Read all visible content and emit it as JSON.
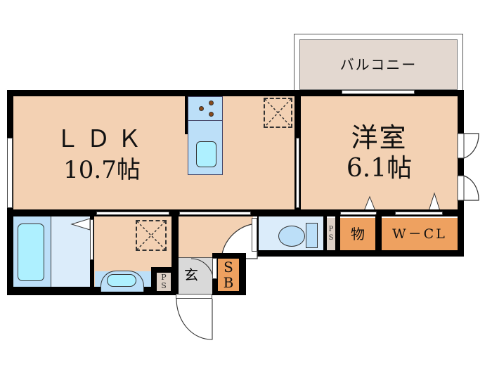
{
  "floorplan": {
    "rooms": {
      "ldk": {
        "name": "ＬＤＫ",
        "size": "10.7帖"
      },
      "western_room": {
        "name": "洋室",
        "size": "6.1帖"
      },
      "balcony": {
        "name": "バルコニー"
      },
      "storage": {
        "name": "物"
      },
      "walk_in_closet": {
        "name": "W－CL"
      },
      "entrance": {
        "name": "玄"
      },
      "shoe_box": {
        "name": "S\nB",
        "line1": "S",
        "line2": "B"
      },
      "pipe_space_1": {
        "line1": "P",
        "line2": "S"
      },
      "pipe_space_2": {
        "line1": "P",
        "line2": "S"
      }
    },
    "colors": {
      "room_floor": "#f3d1b3",
      "storage": "#eea160",
      "wet_area": "#dbecfa",
      "fixture": "#bcdff8",
      "balcony": "#e3d8d0",
      "entrance": "#d9d9d9",
      "wall": "#000000"
    }
  }
}
